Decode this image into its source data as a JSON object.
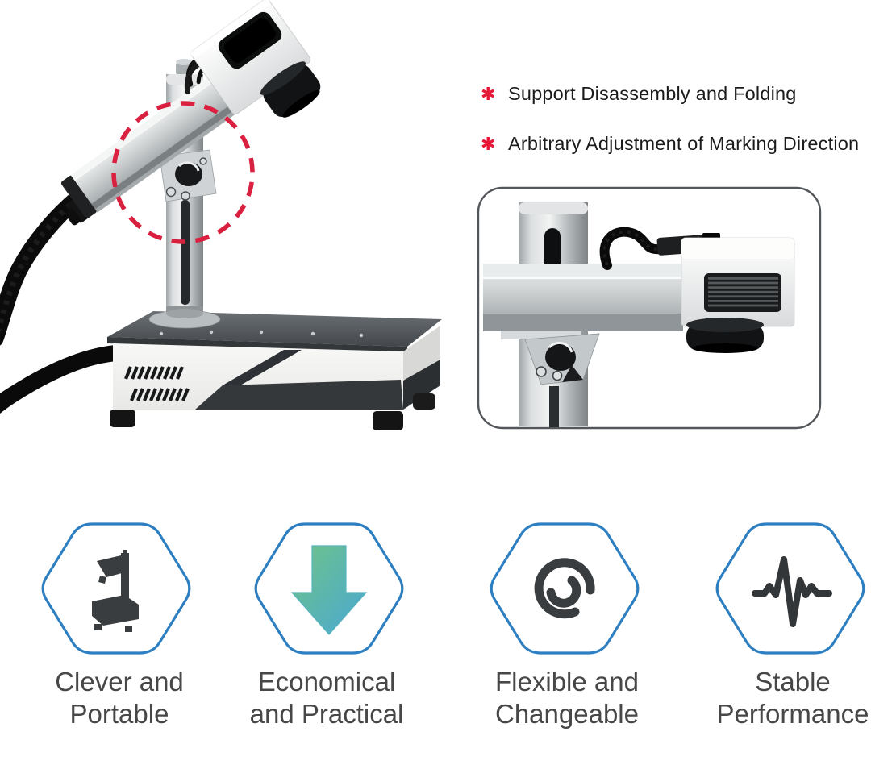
{
  "page": {
    "background": "#ffffff"
  },
  "bullets": {
    "marker": "✱",
    "marker_color": "#e51937",
    "items": [
      {
        "text": "Support Disassembly and Folding"
      },
      {
        "text": "Arbitrary Adjustment of Marking Direction"
      }
    ]
  },
  "photos": {
    "main": {
      "subject": "fiber-laser-marking-machine-side-view",
      "highlight_circle_color": "#d9203f"
    },
    "closeup": {
      "subject": "laser-head-and-column-closeup",
      "border_color": "#53565a"
    }
  },
  "tiles": {
    "hex_border_color": "#2d7fc1",
    "icon_color": "#3a3d3f",
    "arrow_gradient_start": "#6ec487",
    "arrow_gradient_end": "#4aa7d4",
    "items": [
      {
        "icon": "marking-machine-icon",
        "lines": [
          "Clever and",
          "Portable"
        ]
      },
      {
        "icon": "down-arrow-icon",
        "lines": [
          "Economical",
          "and Practical"
        ]
      },
      {
        "icon": "swirl-icon",
        "lines": [
          "Flexible and",
          "Changeable"
        ]
      },
      {
        "icon": "pulse-wave-icon",
        "lines": [
          "Stable",
          "Performance"
        ]
      }
    ]
  }
}
